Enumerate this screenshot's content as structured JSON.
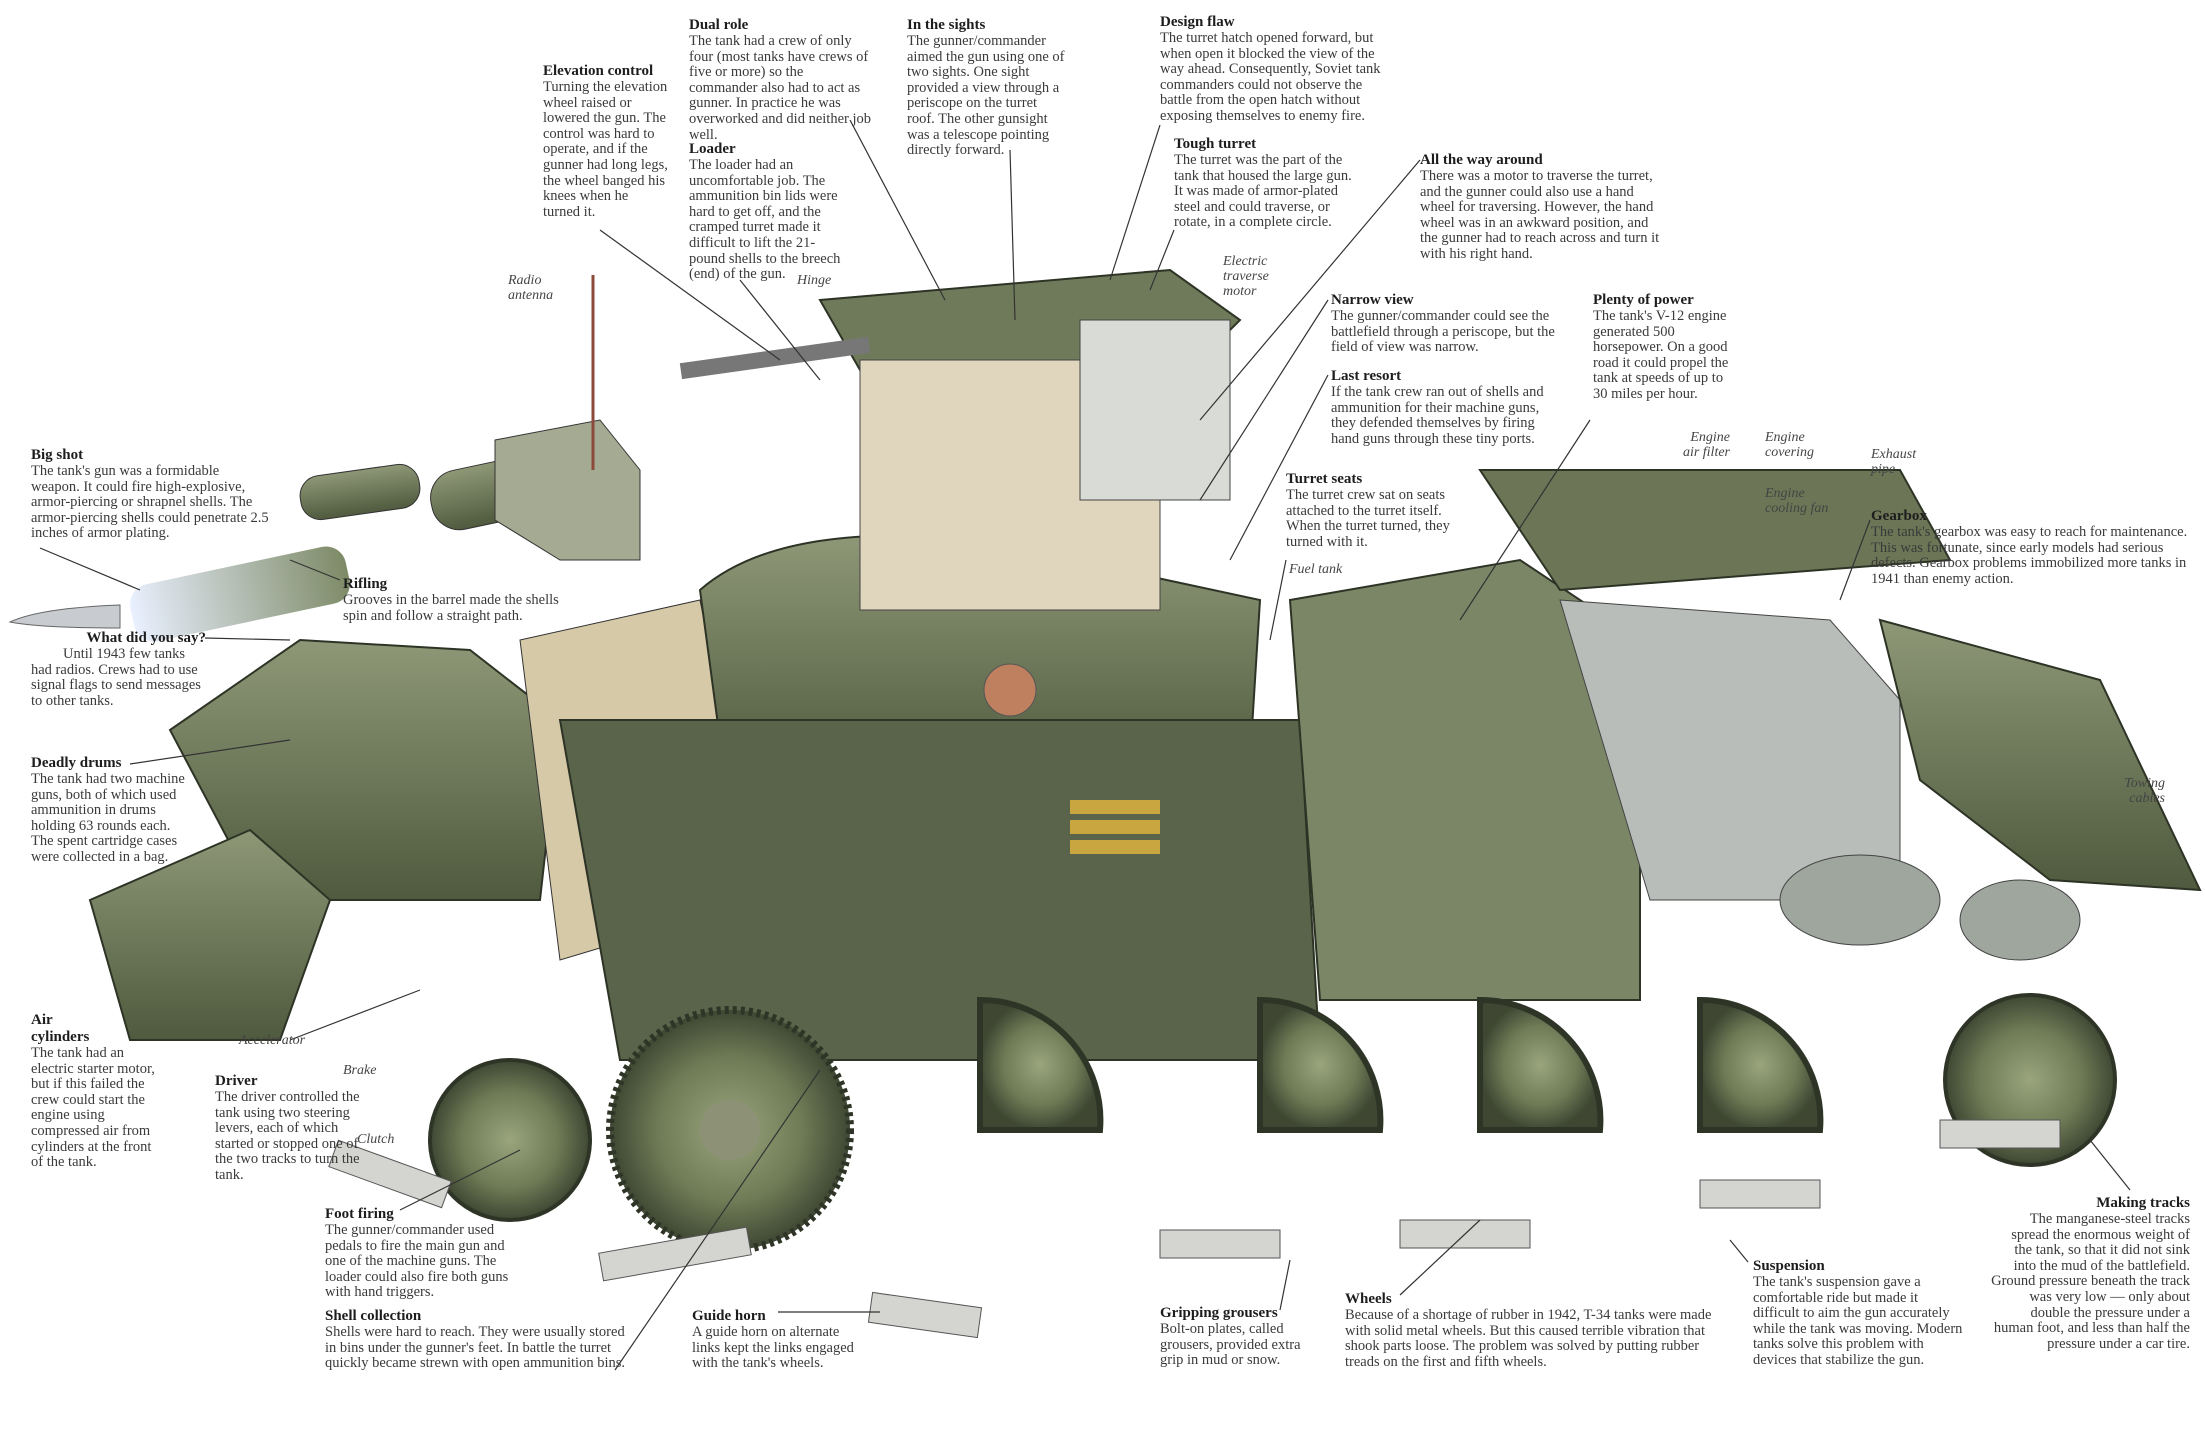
{
  "callouts": {
    "dual_role": {
      "title": "Dual role",
      "text": "The tank had a crew of only four (most tanks have crews of five or more) so the commander also had to act as gunner. In practice he was overworked and did neither job well."
    },
    "in_the_sights": {
      "title": "In the sights",
      "text": "The gunner/commander aimed the gun using one of two sights. One sight provided a view through a periscope on the turret roof. The other gunsight was a telescope pointing directly forward."
    },
    "elevation_control": {
      "title": "Elevation control",
      "text": "Turning the elevation wheel raised or lowered the gun. The control was hard to operate, and if the gunner had long legs, the wheel banged his knees when he turned it."
    },
    "loader": {
      "title": "Loader",
      "text": "The loader had an uncomfortable job. The ammunition bin lids were hard to get off, and the cramped turret made it difficult to lift the 21-pound shells to the breech (end) of the gun."
    },
    "design_flaw": {
      "title": "Design flaw",
      "text": "The turret hatch opened forward, but when open it blocked the view of the way ahead. Consequently, Soviet tank commanders could not observe the battle from the open hatch without exposing themselves to enemy fire."
    },
    "tough_turret": {
      "title": "Tough turret",
      "text": "The turret was the part of the tank that housed the large gun. It was made of armor-plated steel and could traverse, or rotate, in a complete circle."
    },
    "all_the_way_around": {
      "title": "All the way around",
      "text": "There was a motor to traverse the turret, and the gunner could also use a hand wheel for traversing. However, the hand wheel was in an awkward position, and the gunner had to reach across and turn it with his right hand."
    },
    "narrow_view": {
      "title": "Narrow view",
      "text": "The gunner/commander could see the battlefield through a periscope, but the field of view was narrow."
    },
    "last_resort": {
      "title": "Last resort",
      "text": "If the tank crew ran out of shells and ammunition for their machine guns, they defended themselves by firing hand guns through these tiny ports."
    },
    "plenty_of_power": {
      "title": "Plenty of power",
      "text": "The tank's V-12 engine generated 500 horsepower. On a good road it could propel the tank at speeds of up to 30 miles per hour."
    },
    "turret_seats": {
      "title": "Turret seats",
      "text": "The turret crew sat on seats attached to the turret itself. When the turret turned, they turned with it."
    },
    "gearbox": {
      "title": "Gearbox",
      "text": "The tank's gearbox was easy to reach for maintenance. This was fortunate, since early models had serious defects. Gearbox problems immobilized more tanks in 1941 than enemy action."
    },
    "big_shot": {
      "title": "Big shot",
      "text": "The tank's gun was a formidable weapon. It could fire high-explosive, armor-piercing or shrapnel shells. The armor-piercing shells could penetrate 2.5 inches of armor plating."
    },
    "rifling": {
      "title": "Rifling",
      "text": "Grooves in the barrel made the shells spin and follow a straight path."
    },
    "what_did_you_say": {
      "title": "What did you say?",
      "text": "Until 1943 few tanks had radios. Crews had to use signal flags to send messages to other tanks."
    },
    "deadly_drums": {
      "title": "Deadly drums",
      "text": "The tank had two machine guns, both of which used ammunition in drums holding 63 rounds each. The spent cartridge cases were collected in a bag."
    },
    "air_cylinders": {
      "title": "Air cylinders",
      "text": "The tank had an electric starter motor, but if this failed the crew could start the engine using compressed air from cylinders at the front of the tank."
    },
    "driver": {
      "title": "Driver",
      "text": "The driver controlled the tank using two steering levers, each of which started or stopped one of the two tracks to turn the tank."
    },
    "foot_firing": {
      "title": "Foot firing",
      "text": "The gunner/commander used pedals to fire the main gun and one of the machine guns. The loader could also fire both guns with hand triggers."
    },
    "shell_collection": {
      "title": "Shell collection",
      "text": "Shells were hard to reach. They were usually stored in bins under the gunner's feet. In battle the turret quickly became strewn with open ammunition bins."
    },
    "guide_horn": {
      "title": "Guide horn",
      "text": "A guide horn on alternate links kept the links engaged with the tank's wheels."
    },
    "gripping_grousers": {
      "title": "Gripping grousers",
      "text": "Bolt-on plates, called grousers, provided extra grip in mud or snow."
    },
    "wheels": {
      "title": "Wheels",
      "text": "Because of a shortage of rubber in 1942, T-34 tanks were made with solid metal wheels. But this caused terrible vibration that shook parts loose. The problem was solved by putting rubber treads on the first and fifth wheels."
    },
    "suspension": {
      "title": "Suspension",
      "text": "The tank's suspension gave a comfortable ride but made it difficult to aim the gun accurately while the tank was moving. Modern tanks solve this problem with devices that stabilize the gun."
    },
    "making_tracks": {
      "title": "Making tracks",
      "text": "The manganese-steel tracks spread the enormous weight of the tank, so that it did not sink into the mud of the battlefield. Ground pressure beneath the track was very low — only about double the pressure under a human foot, and less than half the pressure under a car tire."
    }
  },
  "labels": {
    "radio_antenna": "Radio\nantenna",
    "hinge": "Hinge",
    "electric_traverse_motor": "Electric\ntraverse\nmotor",
    "engine_air_filter": "Engine\nair filter",
    "engine_covering": "Engine\ncovering",
    "engine_cooling_fan": "Engine\ncooling fan",
    "exhaust_pipe": "Exhaust\npipe",
    "fuel_tank": "Fuel tank",
    "towing_cables": "Towing\ncables",
    "accelerator": "Accelerator",
    "brake": "Brake",
    "clutch": "Clutch"
  },
  "colors": {
    "armor": "#5f6b4c",
    "armor_light": "#8a9470",
    "armor_dark": "#3d4632",
    "steel": "#c9ccc8",
    "wheel": "#6e7a56",
    "leader_line": "#333333"
  }
}
